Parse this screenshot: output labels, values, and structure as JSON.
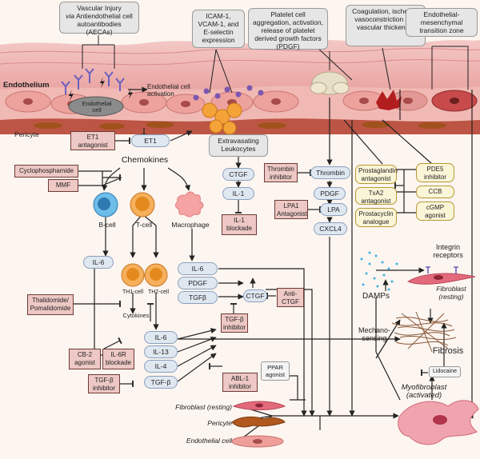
{
  "callouts": {
    "vascular_injury_1": "Vascular Injury",
    "vascular_injury_2_via": "via",
    "vascular_injury_2_rest": " Antiendothelial cell",
    "vascular_injury_3": "autoantibodies (AECAs)",
    "icam": "ICAM-1, VCAM-1, and E-selectin expression",
    "platelet": "Platelet cell aggregation, activation, release of platelet derived growth factors (PDGF)",
    "coagulation": "Coagulation, ischemia vasoconstriction and vascular thickening",
    "emt": "Endothelial-mesenchymal transition zone",
    "extravasating": "Extravasating Leukocytes"
  },
  "labels": {
    "endothelium": "Endothelium",
    "endothelial_cell": "Endothelial cell",
    "endothelial_activation": "Endothelial cell activation",
    "pericyte": "Pericyte",
    "chemokines": "Chemokines",
    "b_cell": "B-cell",
    "t_cell": "T-cell",
    "macrophage": "Macrophage",
    "th1_cell": "TH1-cell",
    "th2_cell": "TH2-cell",
    "cytokines": "Cytokines",
    "damps": "DAMPs",
    "integrin": "Integrin receptors",
    "fibroblast_resting_right_1": "Fibroblast",
    "fibroblast_resting_right_2": "(resting)",
    "mechano": "Mechano-sensing",
    "fibrosis": "Fibrosis",
    "myofibroblast_1": "Myofibroblast",
    "myofibroblast_2": "(activated)",
    "fibroblast_resting_bottom": "Fibroblast (resting)",
    "pericyte_bottom": "Pericyte",
    "endothelial_cell_bottom": "Endothelial cell"
  },
  "nodes": {
    "et1": "ET1",
    "ctgf_top": "CTGF",
    "il1": "IL-1",
    "thrombin": "Thrombin",
    "pdgf_right": "PDGF",
    "lpa": "LPA",
    "cxcl4": "CXCL4",
    "il6_b": "IL-6",
    "il6_mac": "IL-6",
    "pdgf_mac": "PDGF",
    "tgfb_mac": "TGFβ",
    "ctgf_mid": "CTGF",
    "il6_th2": "IL-6",
    "il13": "IL-13",
    "il4": "IL-4",
    "tgfb_th2": "TGF-β"
  },
  "inhibitors": {
    "et1_antagonist": "ET1 antagonist",
    "cyclophosphamide": "Cyclophosphamide",
    "mmf": "MMF",
    "il1_blockade": "IL-1 blockade",
    "thrombin_inhibitor": "Thrombin inhibitor",
    "lpa1_antagonist": "LPA1 Antagonist",
    "thalidomide": "Thalidomide/ Pomalidomide",
    "anti_ctgf": "Anti-CTGF",
    "tgfb_inhibitor_mid": "TGF-β inhibitor",
    "cb2_agonist": "CB-2 agonist",
    "il6r_blockade": "IL-6R blockade",
    "tgfb_inhibitor_bottom": "TGF-β inhibitor",
    "abl1_inhibitor": "ABL-1 inhibitor"
  },
  "therapies": {
    "prostaglandin": "Prostaglandin antagonist",
    "txa2": "TxA2 antagonist",
    "prostacyclin": "Prostacyclin analogue",
    "pde5": "PDE5 inhibitor",
    "ccb": "CCB",
    "cgmp": "cGMP agonist"
  },
  "small_boxes": {
    "ppar": "PPAR agonist",
    "lidocaine": "Lidocaine"
  },
  "colors": {
    "background": "#fcf5f0",
    "vessel": "#e7a4a4",
    "node_fill": "#dfe7f1",
    "inhibitor_fill": "#edc8c4",
    "therapy_fill": "#fbf5d8",
    "t_cell": "#ef8d2f",
    "b_cell": "#2e93d1",
    "fibroblast": "#e04e66"
  }
}
